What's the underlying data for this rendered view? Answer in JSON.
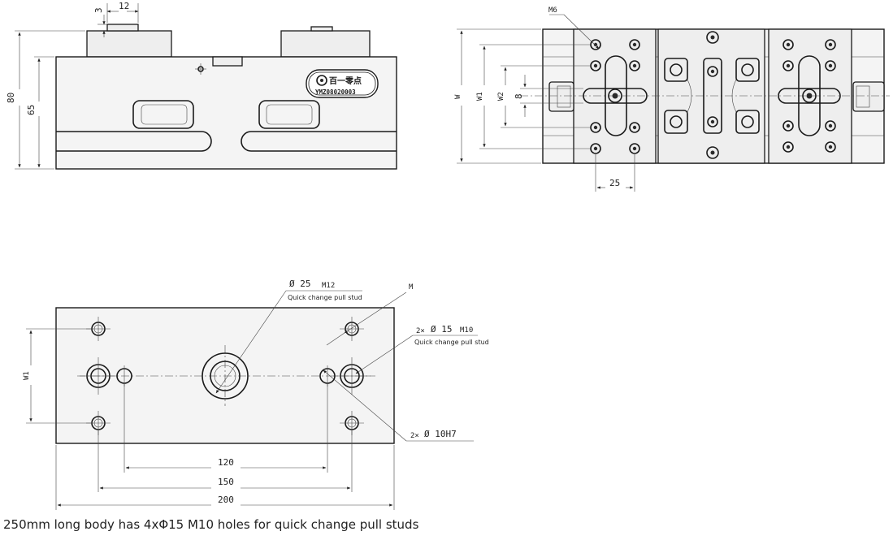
{
  "caption": "250mm long body has 4xΦ15 M10 holes for quick change pull studs",
  "front_view": {
    "dim_3": "3",
    "dim_12": "12",
    "dim_80": "80",
    "dim_65": "65",
    "logo_text": "百一零点",
    "serial": "YMZ08020003"
  },
  "top_view": {
    "label_m6": "M6",
    "label_w": "W",
    "label_w1": "W1",
    "label_w2": "W2",
    "dim_8": "8",
    "dim_25": "25"
  },
  "bottom_view": {
    "center_hole_dia": "Ø 25",
    "center_hole_thread": "M12",
    "center_hole_note": "Quick change pull stud",
    "label_m": "M",
    "side_hole_count": "2×",
    "side_hole_dia": "Ø 15",
    "side_hole_thread": "M10",
    "side_hole_note": "Quick change pull stud",
    "pin_hole_count": "2×",
    "pin_hole_dia": "Ø 10H7",
    "label_w1": "W1",
    "dim_120": "120",
    "dim_150": "150",
    "dim_200": "200"
  }
}
